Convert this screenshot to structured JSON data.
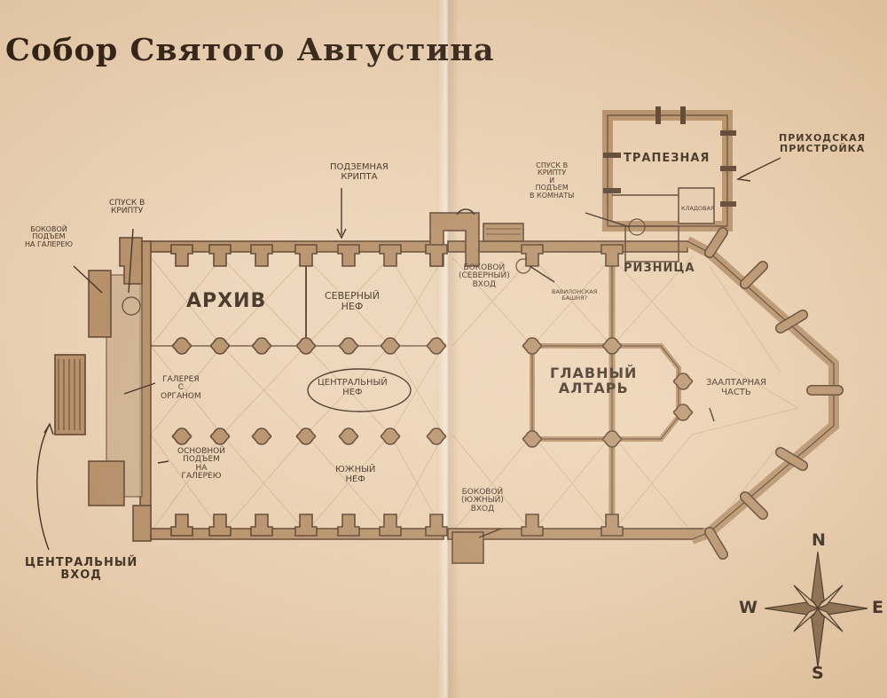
{
  "title": "Собор Святого Августина",
  "labels": {
    "archive": "АРХИВ",
    "main_altar_1": "ГЛАВНЫЙ",
    "main_altar_2": "АЛТАРЬ",
    "north_nave_1": "северный",
    "north_nave_2": "неф",
    "central_nave_1": "центральный",
    "central_nave_2": "неф",
    "south_nave_1": "южный",
    "south_nave_2": "неф",
    "gallery_1": "галерея",
    "gallery_2": "с",
    "gallery_3": "органом",
    "side_lift_1": "боковой",
    "side_lift_2": "подъем",
    "side_lift_3": "на галерею",
    "descent_crypt_1": "спуск в",
    "descent_crypt_2": "крипту",
    "underground_crypt_1": "подземная",
    "underground_crypt_2": "крипта",
    "main_lift_1": "основной",
    "main_lift_2": "подъем",
    "main_lift_3": "на",
    "main_lift_4": "галерею",
    "central_entrance_1": "ЦЕНТРАЛЬНЫЙ",
    "central_entrance_2": "ВХОД",
    "side_north_1": "боковой",
    "side_north_2": "(северный)",
    "side_north_3": "вход",
    "side_south_1": "боковой",
    "side_south_2": "(южный)",
    "side_south_3": "вход",
    "babylon_1": "вавилонская",
    "babylon_2": "башня?",
    "descent_rooms_1": "спуск в",
    "descent_rooms_2": "крипту",
    "descent_rooms_3": "и",
    "descent_rooms_4": "подъем",
    "descent_rooms_5": "в комнаты",
    "refectory": "ТРАПЕЗНАЯ",
    "pantry": "кладовая",
    "sacristy": "РИЗНИЦА",
    "parish_1": "ПРИХОДСКАЯ",
    "parish_2": "ПРИСТРОЙКА",
    "apse_1": "заалтарная",
    "apse_2": "часть"
  },
  "compass": {
    "n": "N",
    "s": "S",
    "w": "W",
    "e": "E"
  },
  "colors": {
    "wall": "#b08a63",
    "wall_dark": "#4a3321",
    "ink": "#2b1d12",
    "paper": "#ecd4b6"
  }
}
